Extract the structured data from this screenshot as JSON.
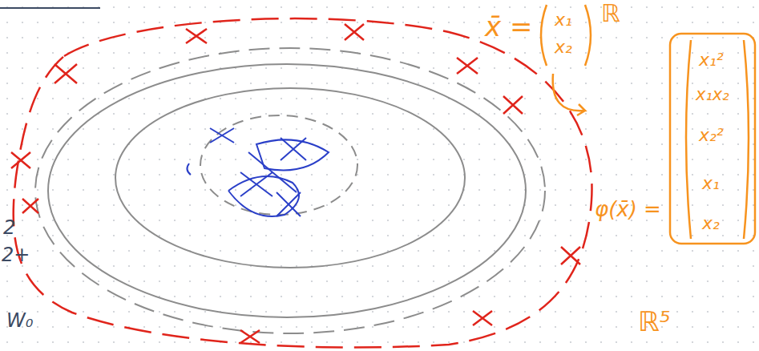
{
  "diagram": {
    "labels": [
      "x̄ =",
      "x₁",
      "x₂",
      "ℝ",
      "φ(x̄) =",
      "x₁²",
      "x₁x₂",
      "x₂²",
      "x₁",
      "x₂",
      "ℝ⁵",
      "2",
      "2+",
      "W₀"
    ]
  }
}
